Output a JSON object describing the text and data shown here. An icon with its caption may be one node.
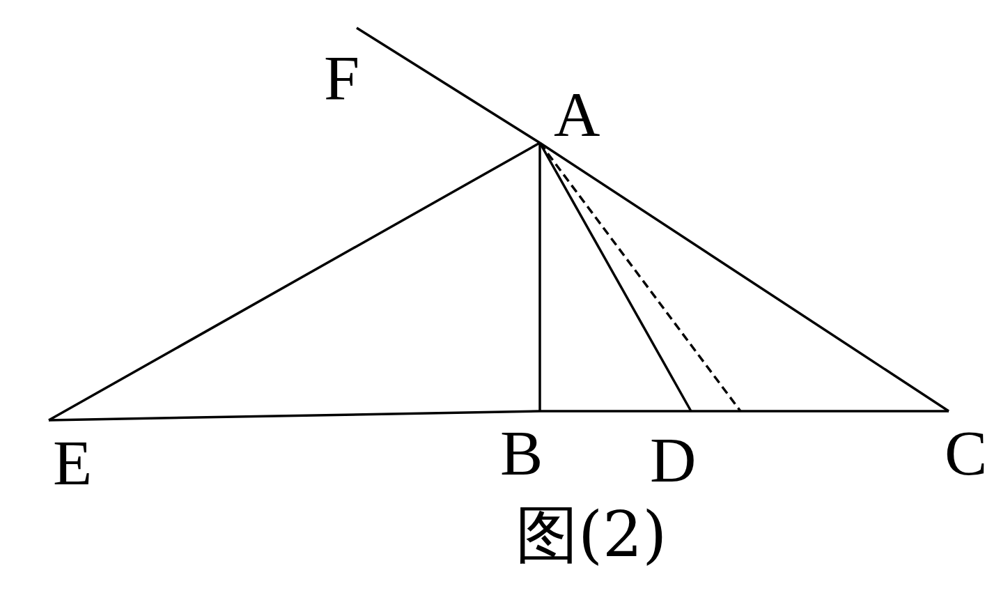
{
  "diagram": {
    "caption": "图(2)",
    "nodes": [
      {
        "text": [
          "F"
        ]
      },
      {
        "text": [
          "A"
        ]
      },
      {
        "text": [
          "E"
        ]
      },
      {
        "text": [
          "B"
        ]
      },
      {
        "text": [
          "D"
        ]
      },
      {
        "text": [
          "C"
        ]
      }
    ],
    "edges": [
      {
        "from": 1,
        "to": 0,
        "arrow": "none"
      },
      {
        "from": 1,
        "to": 5,
        "arrow": "none"
      },
      {
        "from": 1,
        "to": 2,
        "arrow": "none"
      },
      {
        "from": 1,
        "to": 3,
        "arrow": "none"
      },
      {
        "from": 1,
        "to": 4,
        "arrow": "none"
      },
      {
        "from": 1,
        "to": null,
        "arrow": "none",
        "style": "dashed"
      },
      {
        "from": 2,
        "to": 3,
        "arrow": "none"
      },
      {
        "from": 3,
        "to": 4,
        "arrow": "none"
      },
      {
        "from": 4,
        "to": 5,
        "arrow": "none"
      }
    ]
  }
}
